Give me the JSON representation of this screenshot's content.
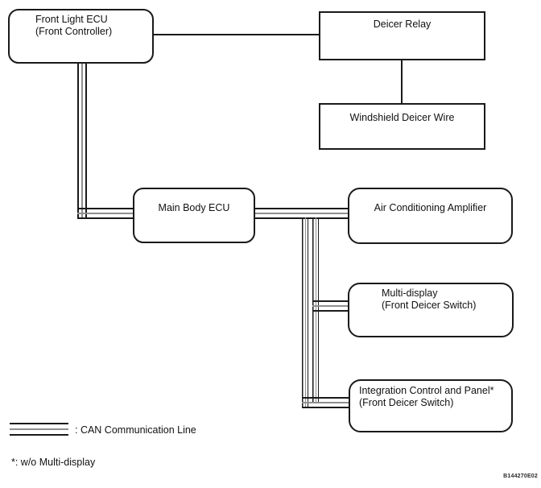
{
  "figure": {
    "code": "B144270E02"
  },
  "nodes": {
    "front_light_ecu": {
      "line1": "Front Light ECU",
      "line2": "(Front Controller)"
    },
    "deicer_relay": {
      "label": "Deicer Relay"
    },
    "windshield_deicer_wire": {
      "label": "Windshield Deicer Wire"
    },
    "main_body_ecu": {
      "label": "Main Body ECU"
    },
    "air_conditioning_amplifier": {
      "label": "Air Conditioning Amplifier"
    },
    "multi_display": {
      "line1": "Multi-display",
      "line2": "(Front Deicer Switch)"
    },
    "integration_control_panel": {
      "line1": "Integration Control and Panel*",
      "line2": "(Front Deicer Switch)"
    }
  },
  "edges": [
    {
      "from": "front_light_ecu",
      "to": "deicer_relay",
      "type": "plain"
    },
    {
      "from": "deicer_relay",
      "to": "windshield_deicer_wire",
      "type": "plain"
    },
    {
      "from": "front_light_ecu",
      "to": "main_body_ecu",
      "type": "can"
    },
    {
      "from": "main_body_ecu",
      "to": "air_conditioning_amplifier",
      "type": "can"
    },
    {
      "from": "main_body_ecu",
      "to": "multi_display",
      "type": "can"
    },
    {
      "from": "main_body_ecu",
      "to": "integration_control_panel",
      "type": "can"
    }
  ],
  "legend": {
    "can_line_label": ": CAN Communication Line",
    "footnote": "*: w/o Multi-display"
  },
  "colors": {
    "line_black": "#1a1a1a",
    "can_middle_gray": "#8f8f8f",
    "background": "#ffffff"
  }
}
